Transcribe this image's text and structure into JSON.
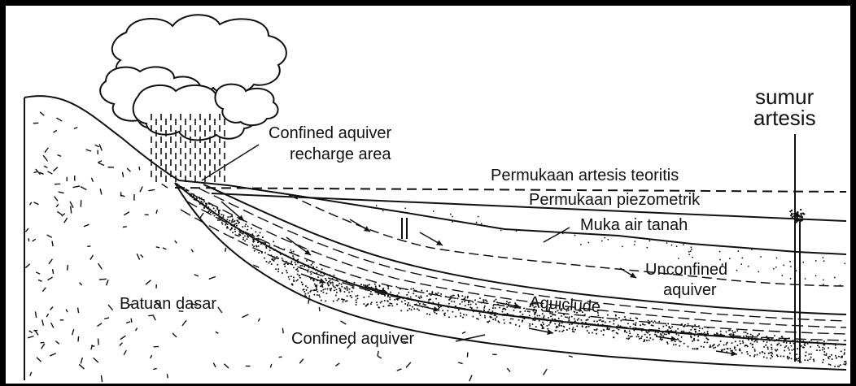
{
  "labels": {
    "well_title_line1": "sumur",
    "well_title_line2": "artesis",
    "recharge_line1": "Confined aquiver",
    "recharge_line2": "recharge area",
    "artesian_surface": "Permukaan artesis teoritis",
    "piezometric_surface": "Permukaan piezometrik",
    "water_table": "Muka air tanah",
    "unconfined_line1": "Unconfined",
    "unconfined_line2": "aquiver",
    "aquiclude": "Aquiclude",
    "bedrock": "Batuan dasar",
    "confined": "Confined aquiver"
  },
  "icons": {
    "cloud": "cloud-icon",
    "rain": "rain-icon",
    "well": "artesian-well-icon",
    "flow_arrows": "flow-arrow-icon"
  },
  "colors": {
    "ink": "#111111",
    "background": "#ffffff"
  }
}
